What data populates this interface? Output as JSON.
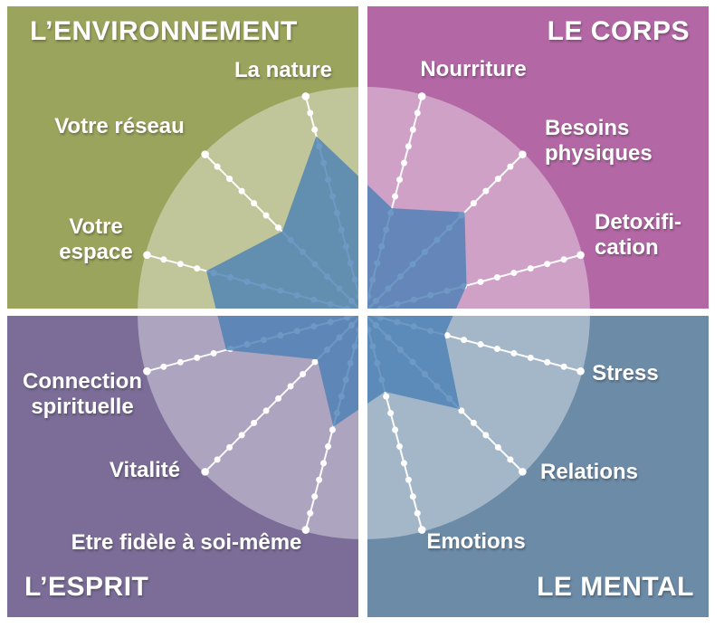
{
  "page": {
    "background": "#FFFFFF",
    "description_language": "fr"
  },
  "quadrants": {
    "environnement": {
      "title": "L’ENVIRONNEMENT",
      "color": "#9AA45C",
      "position": "top-left"
    },
    "corps": {
      "title": "LE CORPS",
      "color": "#B368A5",
      "position": "top-right"
    },
    "esprit": {
      "title": "L’ESPRIT",
      "color": "#7B6D98",
      "position": "bottom-left"
    },
    "mental": {
      "title": "LE MENTAL",
      "color": "#6C8BA7",
      "position": "bottom-right"
    }
  },
  "colors": {
    "environnement_bg": "#9AA45C",
    "corps_bg": "#B368A5",
    "esprit_bg": "#7B6D98",
    "mental_bg": "#6C8BA7",
    "wheel_overlay": "#FFFFFF",
    "wheel_overlay_opacity": 0.38,
    "spoke": "#FFFFFF",
    "polygon_fill": "#4A7FB5",
    "polygon_opacity": 0.8,
    "label_text": "#FFFFFF",
    "divider": "#FFFFFF"
  },
  "chart_data": {
    "type": "radar",
    "title": "",
    "value_scale": "fraction of full radius (0 = center, 1 = rim)",
    "center": [
      402,
      346
    ],
    "radius": 250,
    "spoke_length": 248,
    "dots_per_spoke": 13,
    "start_angle_deg": 15,
    "angle_step_deg": 30,
    "legend_position": "none",
    "grid": "dotted-spokes",
    "axes": [
      {
        "label": "Nourriture",
        "quadrant": "corps",
        "angle_deg": 15,
        "value": 0.48
      },
      {
        "label": "Besoins physiques",
        "display": "Besoins\nphysiques",
        "quadrant": "corps",
        "angle_deg": 45,
        "value": 0.63
      },
      {
        "label": "Detoxification",
        "display": "Detoxifi-\ncation",
        "quadrant": "corps",
        "angle_deg": 75,
        "value": 0.47
      },
      {
        "label": "Stress",
        "quadrant": "mental",
        "angle_deg": 105,
        "value": 0.37
      },
      {
        "label": "Relations",
        "quadrant": "mental",
        "angle_deg": 135,
        "value": 0.6
      },
      {
        "label": "Emotions",
        "quadrant": "mental",
        "angle_deg": 165,
        "value": 0.36
      },
      {
        "label": "Etre fidèle à soi-même",
        "quadrant": "esprit",
        "angle_deg": 195,
        "value": 0.52
      },
      {
        "label": "Vitalité",
        "quadrant": "esprit",
        "angle_deg": 225,
        "value": 0.29
      },
      {
        "label": "Connection spirituelle",
        "display": "Connection\nspirituelle",
        "quadrant": "esprit",
        "angle_deg": 255,
        "value": 0.63
      },
      {
        "label": "Votre espace",
        "display": "Votre\nespace",
        "quadrant": "environnement",
        "angle_deg": 285,
        "value": 0.72
      },
      {
        "label": "Votre réseau",
        "quadrant": "environnement",
        "angle_deg": 315,
        "value": 0.51
      },
      {
        "label": "La nature",
        "quadrant": "environnement",
        "angle_deg": 345,
        "value": 0.81
      }
    ]
  }
}
